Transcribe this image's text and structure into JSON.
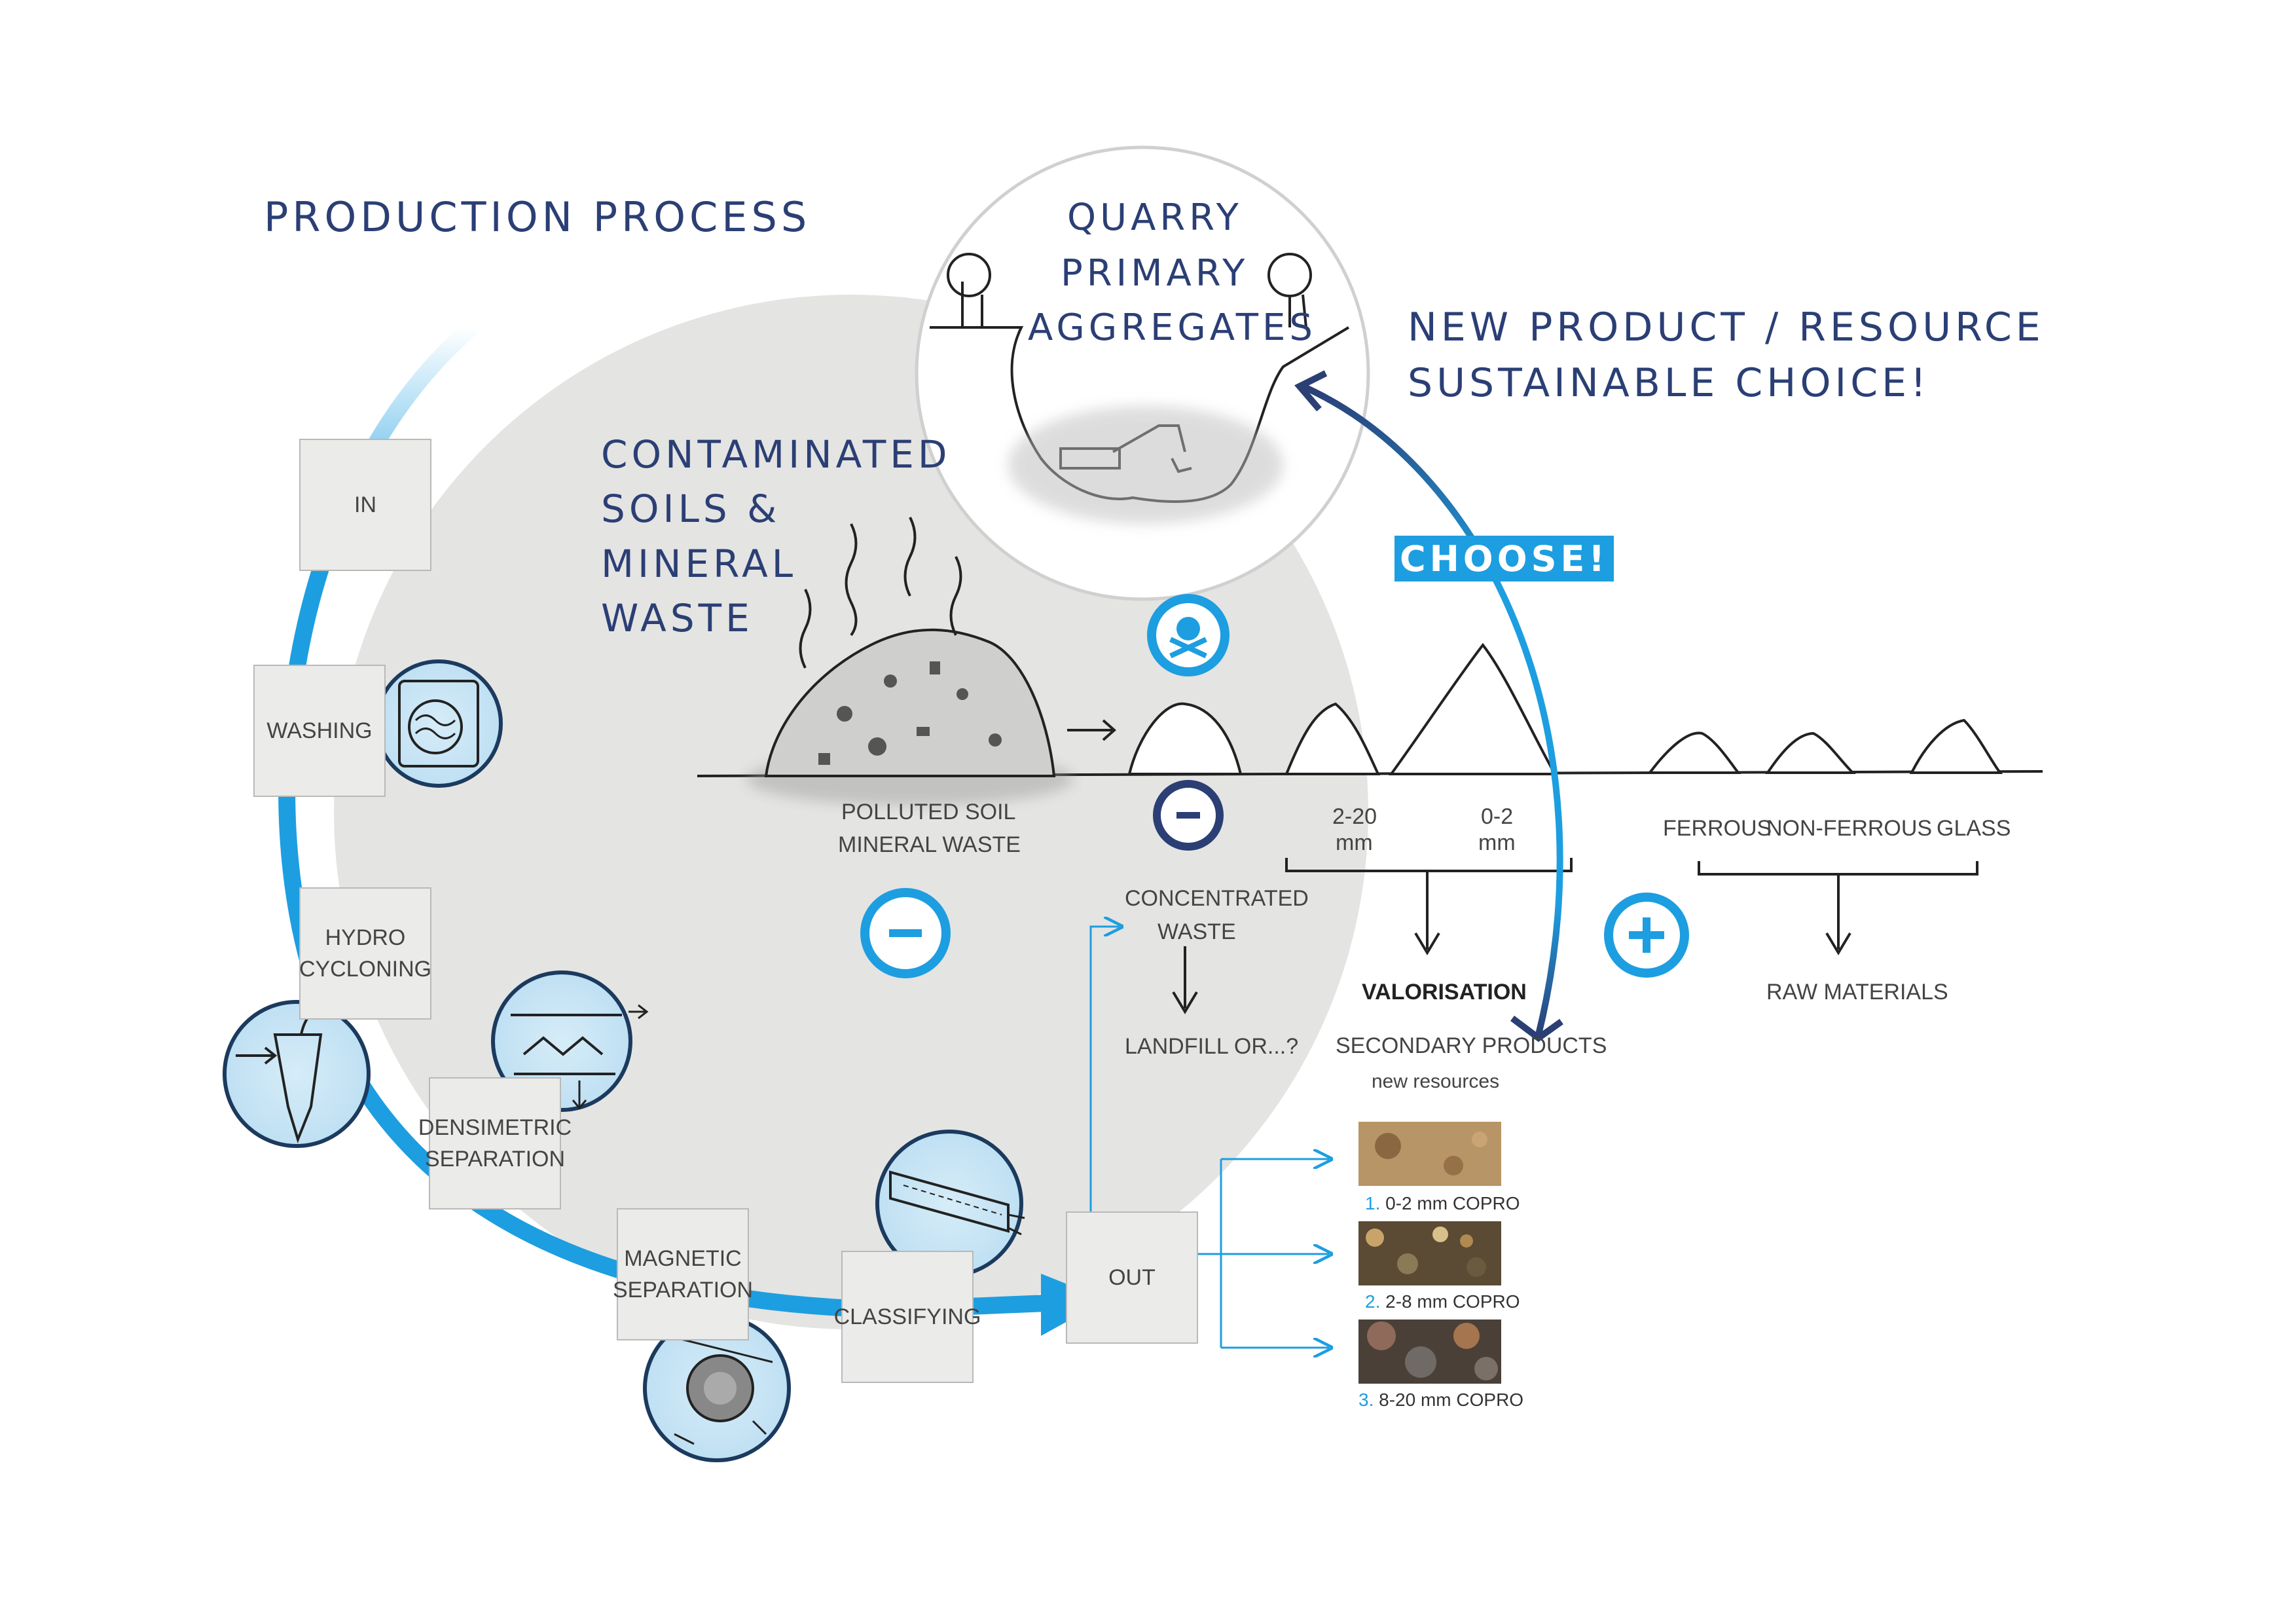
{
  "title": "PRODUCTION PROCESS",
  "quarry": [
    "QUARRY",
    "PRIMARY",
    "AGGREGATES"
  ],
  "new_product": [
    "NEW PRODUCT / RESOURCE",
    "SUSTAINABLE CHOICE!"
  ],
  "contaminated": [
    "CONTAMINATED",
    "SOILS &",
    "MINERAL",
    "WASTE"
  ],
  "choose_label": "CHOOSE!",
  "process_steps": {
    "in": "IN",
    "washing": "WASHING",
    "hydro": [
      "HYDRO",
      "CYCLONING"
    ],
    "densimetric": [
      "DENSIMETRIC",
      "SEPARATION"
    ],
    "magnetic": [
      "MAGNETIC",
      "SEPARATION"
    ],
    "classifying": "CLASSIFYING",
    "out": "OUT"
  },
  "labels": {
    "polluted": [
      "POLLUTED SOIL",
      "MINERAL WASTE"
    ],
    "concentrated": [
      "CONCENTRATED",
      "WASTE"
    ],
    "landfill": "LANDFILL OR...?",
    "size_2_20": [
      "2-20",
      "mm"
    ],
    "size_0_2": [
      "0-2",
      "mm"
    ],
    "ferrous": "FERROUS",
    "non_ferrous": "NON-FERROUS",
    "glass": "GLASS",
    "valorisation": "VALORISATION",
    "secondary": "SECONDARY PRODUCTS",
    "new_resources": "new resources",
    "raw_materials": "RAW MATERIALS"
  },
  "products": [
    {
      "num": "1.",
      "label": "0-2 mm COPRO"
    },
    {
      "num": "2.",
      "label": "2-8 mm COPRO"
    },
    {
      "num": "3.",
      "label": "8-20 mm COPRO"
    }
  ],
  "colors": {
    "accent_blue": "#1d9ee0",
    "dark_blue": "#2b3f75",
    "grey_disc": "#e4e4e2"
  }
}
